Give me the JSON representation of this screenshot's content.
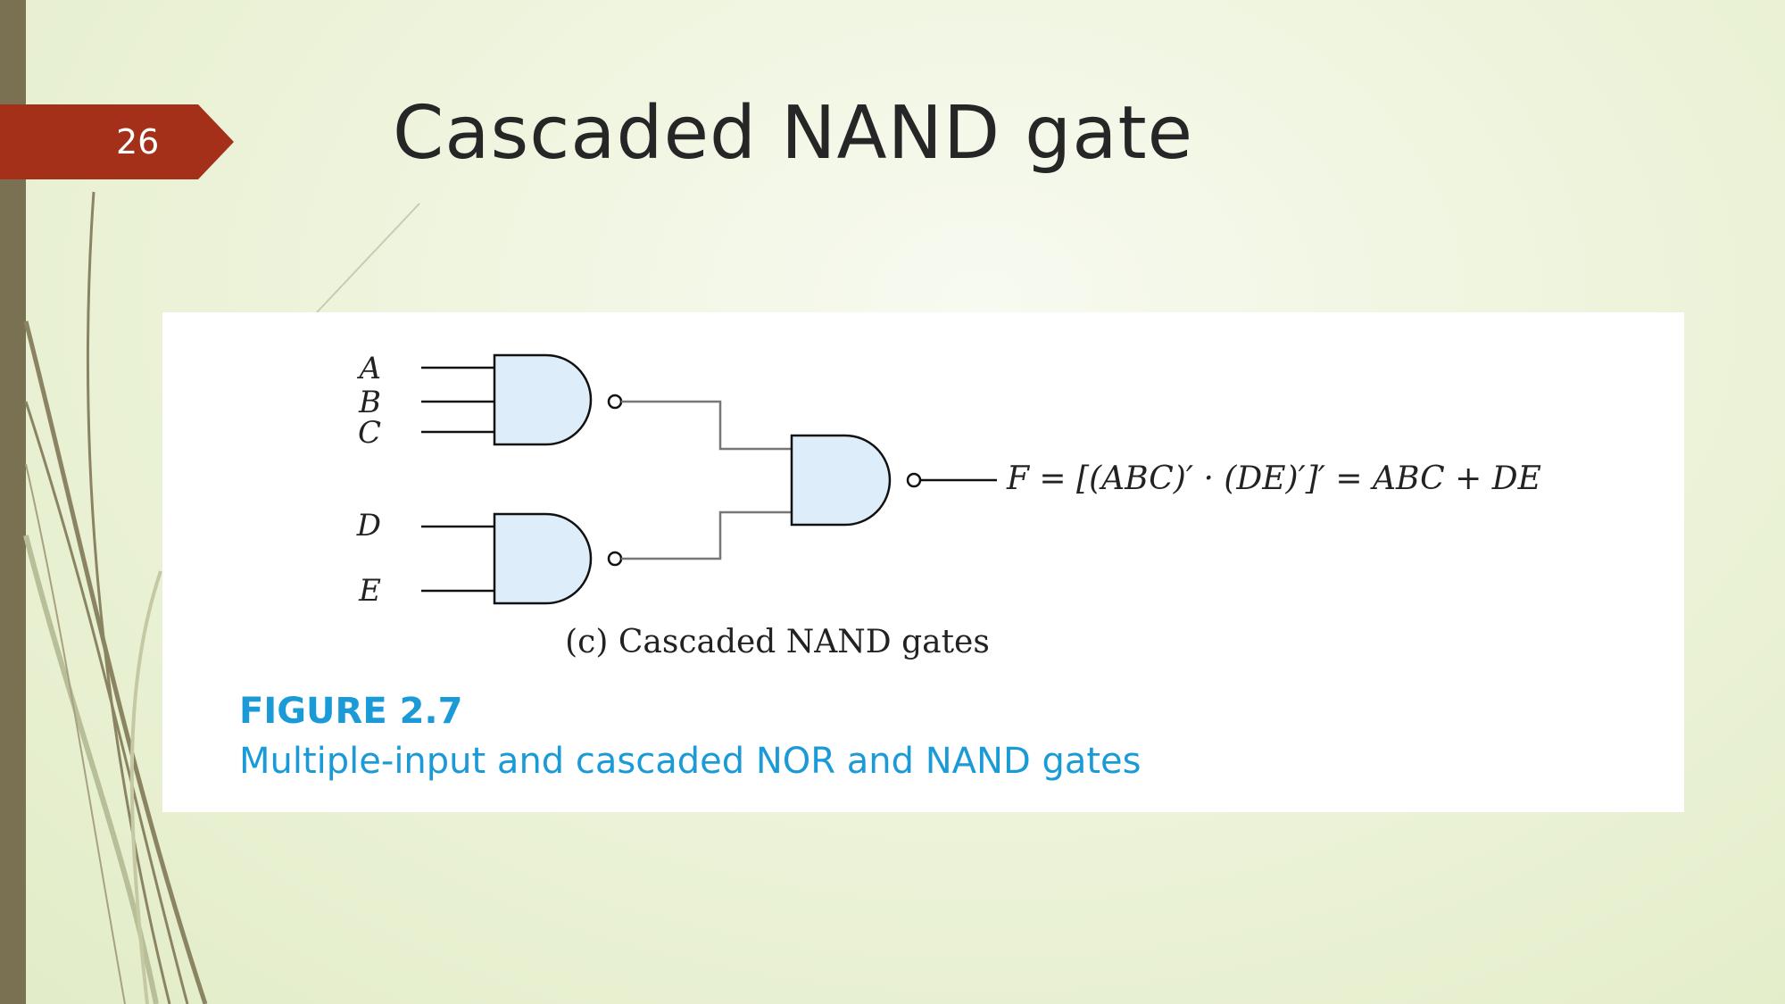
{
  "slide": {
    "number": "26",
    "title": "Cascaded NAND gate"
  },
  "diagram": {
    "inputs": [
      "A",
      "B",
      "C",
      "D",
      "E"
    ],
    "expression": "F = [(ABC)′ · (DE)′]′ = ABC + DE",
    "subcaption": "(c) Cascaded NAND gates"
  },
  "figure": {
    "label": "FIGURE 2.7",
    "caption": "Multiple-input and cascaded NOR and NAND gates"
  },
  "colors": {
    "accent": "#a4301a",
    "side_bar": "#7a7152",
    "gate_fill": "#ddeefa",
    "caption_blue": "#1a9ad6"
  }
}
